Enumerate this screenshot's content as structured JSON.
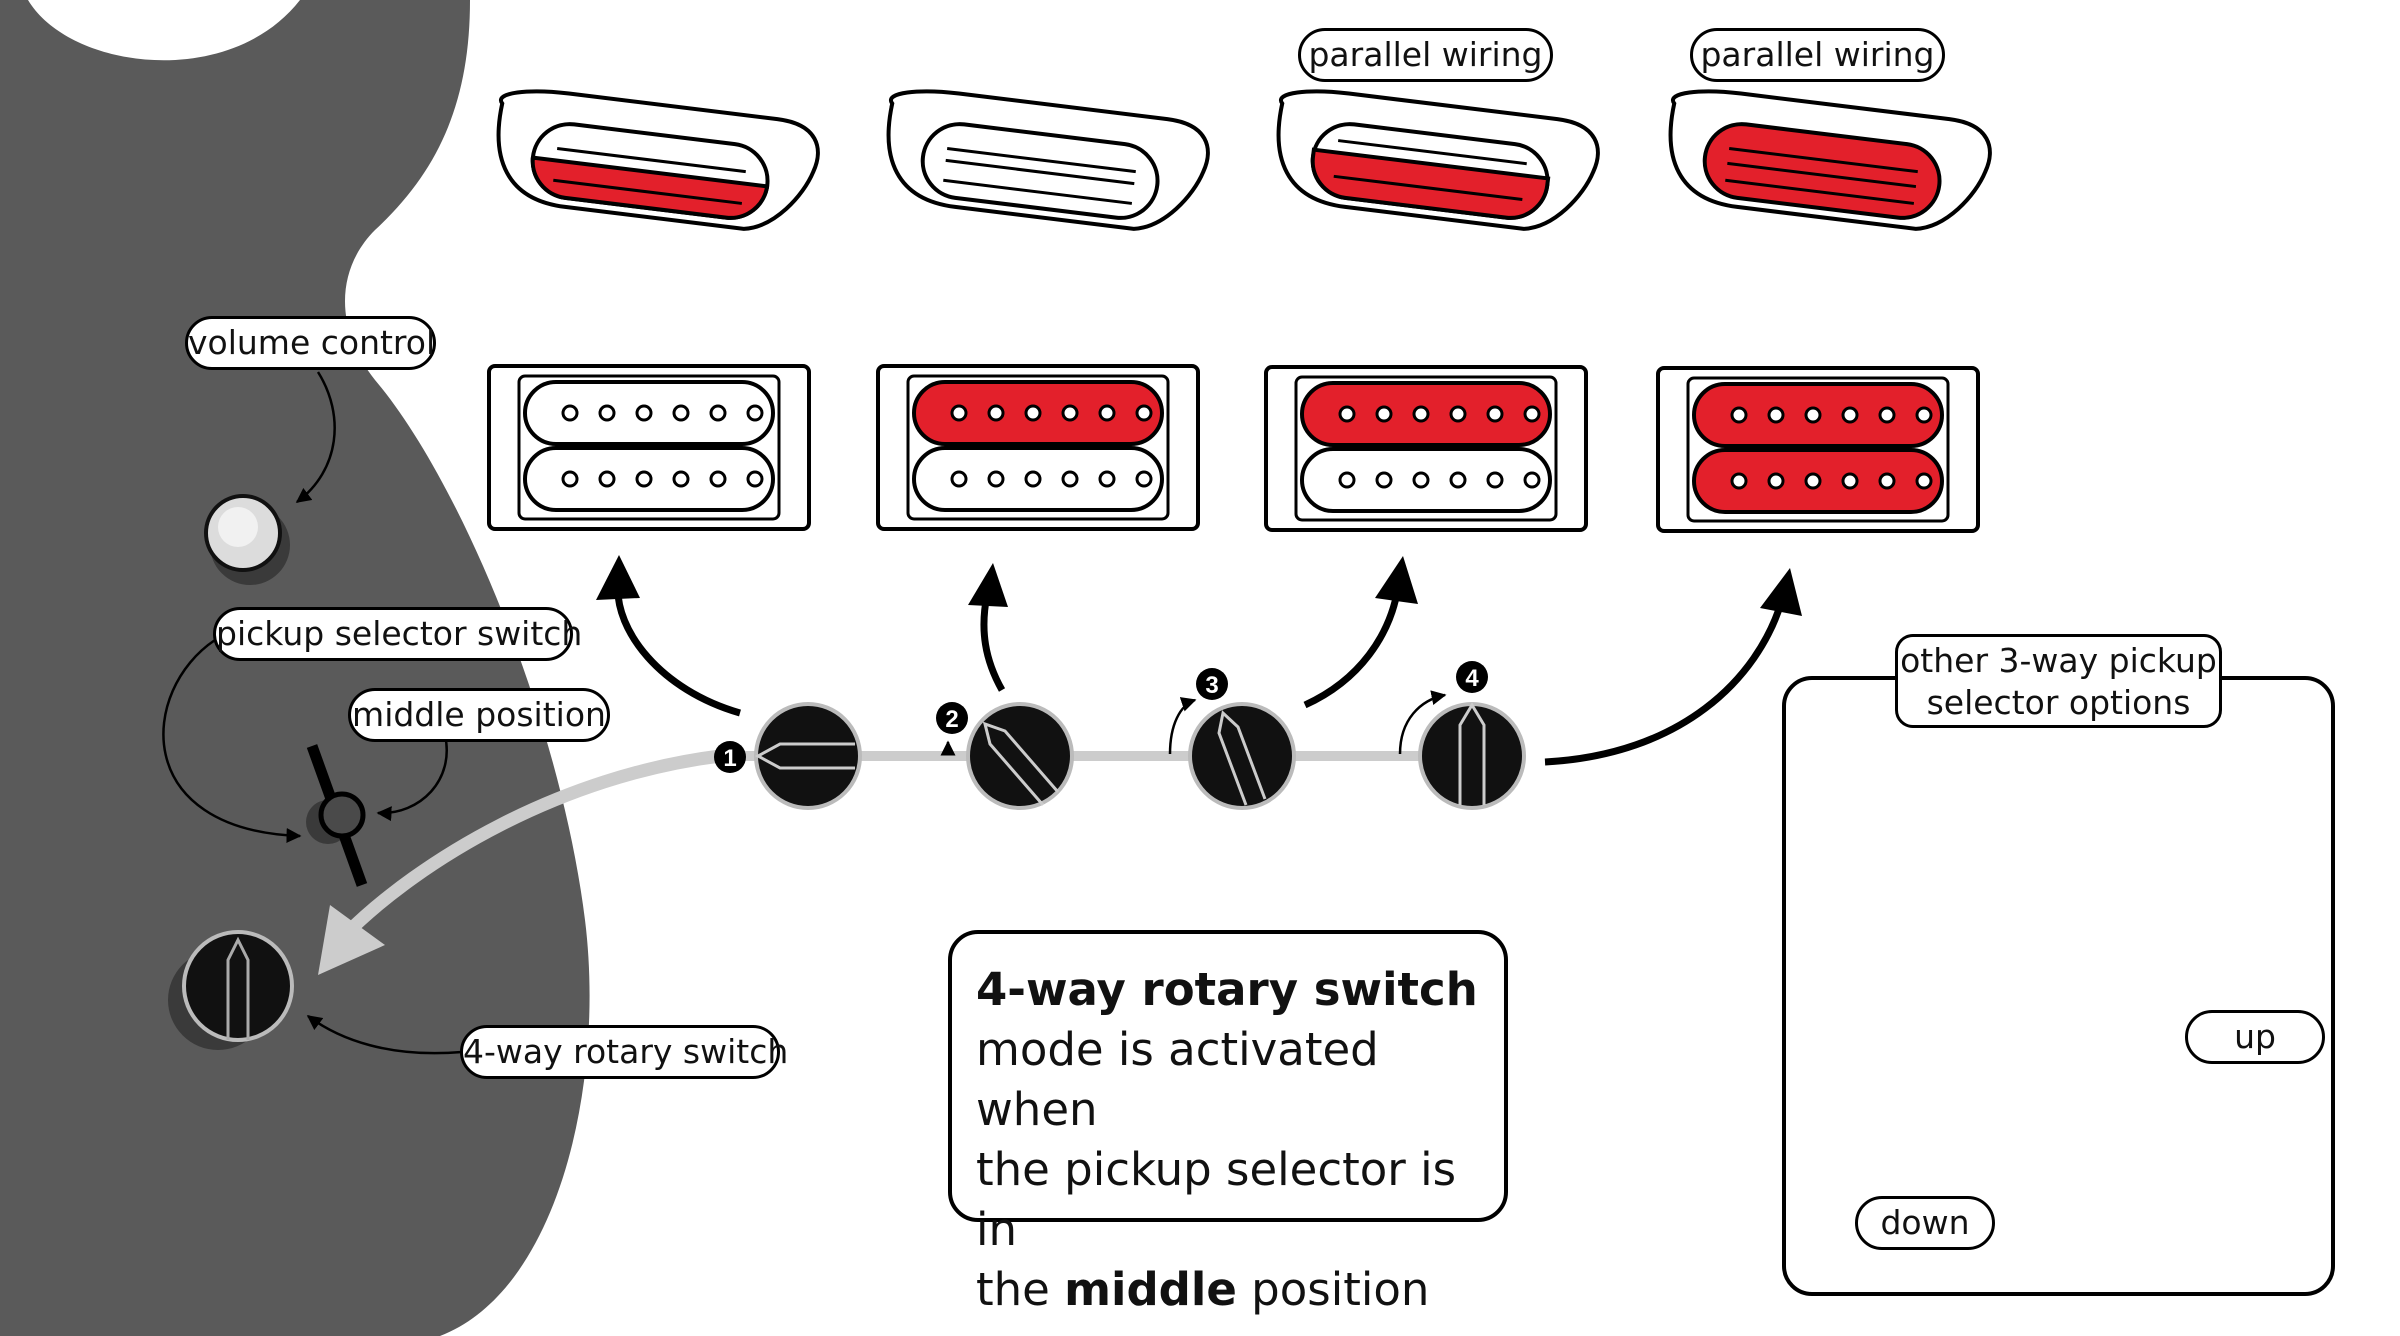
{
  "labels": {
    "volume_control": "volume control",
    "pickup_selector_switch": "pickup selector switch",
    "middle_position": "middle position",
    "rotary_switch": "4-way rotary switch",
    "parallel_wiring_3": "parallel wiring",
    "parallel_wiring_4": "parallel wiring",
    "up": "up",
    "down": "down"
  },
  "positions": [
    "1",
    "2",
    "3",
    "4"
  ],
  "note": {
    "title": "4-way rotary switch",
    "line1": "mode is activated when",
    "line2": "the pickup selector is in",
    "line3_pre": "the ",
    "line3_bold": "middle",
    "line3_post": " position"
  },
  "options": {
    "title_line1": "other 3-way pickup",
    "title_line2": "selector options"
  },
  "colors": {
    "body": "#5a5a5a",
    "active_coil": "#e3202b",
    "inactive_coil": "#ffffff",
    "outline": "#000000",
    "rail": "#cccccc"
  }
}
